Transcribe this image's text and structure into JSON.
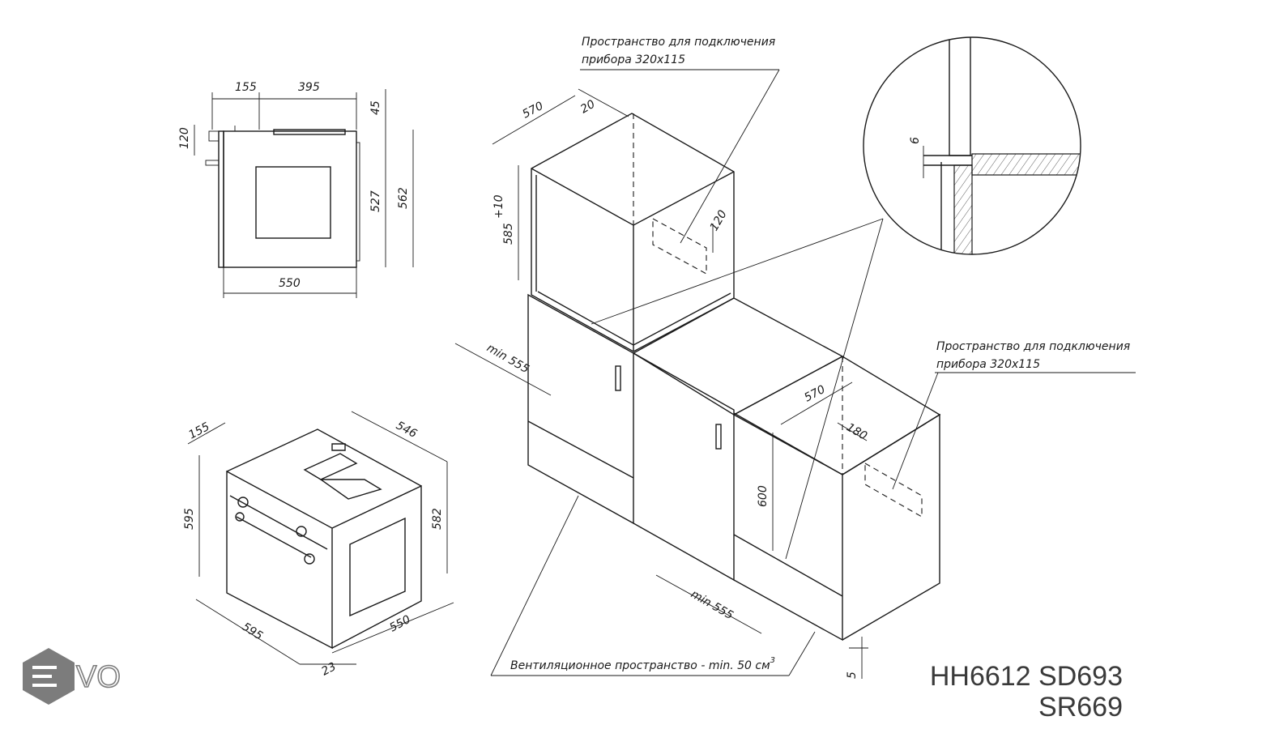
{
  "brand": {
    "logo_text": "VO",
    "logo_color": "#7c7c7c"
  },
  "models": {
    "line1": "HH6612 SD693",
    "line2": "SR669"
  },
  "notes": {
    "space_top_line1": "Пространство для подключения",
    "space_top_line2": "прибора 320х115",
    "space_right_line1": "Пространство для подключения",
    "space_right_line2": "прибора 320х115",
    "ventilation": "Вентиляционное пространство - min. 50 см",
    "ventilation_sup": "3"
  },
  "dimensions": {
    "side_top_155": "155",
    "side_top_395": "395",
    "side_top_45": "45",
    "side_120": "120",
    "side_527": "527",
    "side_562": "562",
    "side_550": "550",
    "iso_155": "155",
    "iso_546": "546",
    "iso_595_h": "595",
    "iso_582": "582",
    "iso_595_w": "595",
    "iso_550": "550",
    "iso_23": "23",
    "col_570": "570",
    "col_20": "20",
    "col_585": "585",
    "col_585_tol": "+10",
    "col_120": "120",
    "col_min555": "min 555",
    "detail_6": "6",
    "under_570": "570",
    "under_180": "180",
    "under_600": "600",
    "under_min555": "min 555",
    "under_5": "5"
  }
}
